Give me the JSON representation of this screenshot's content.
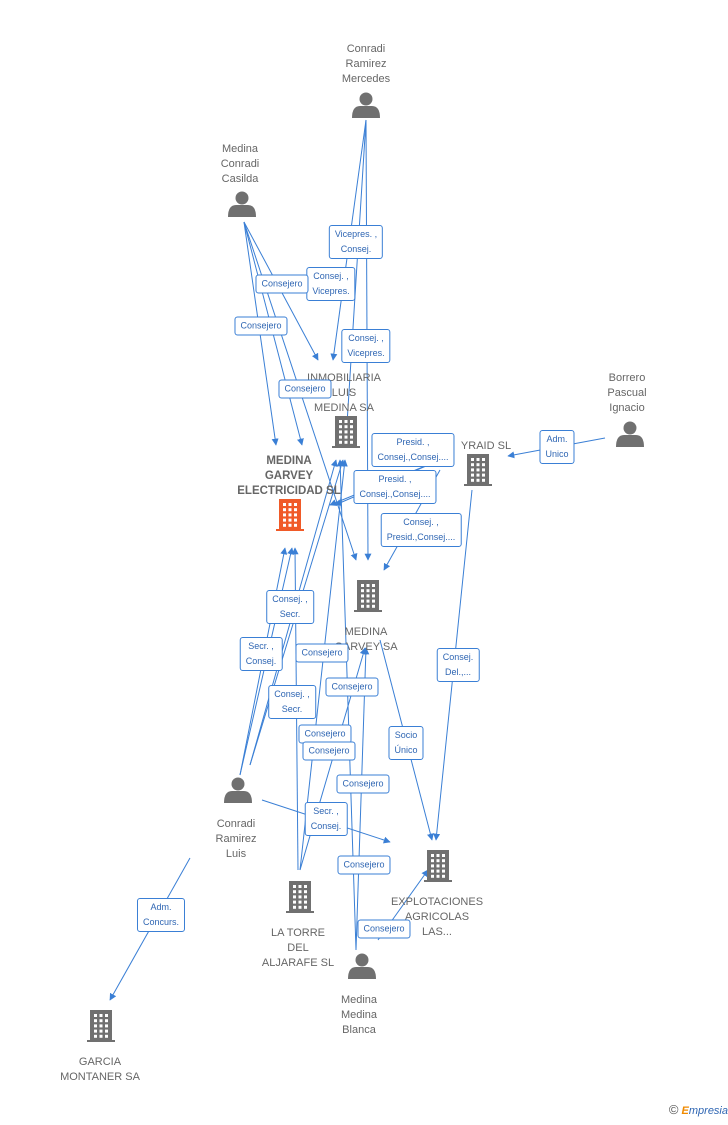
{
  "nodes": [
    {
      "id": "conradi-ramirez-mercedes",
      "type": "person",
      "label": "Conradi\nRamirez\nMercedes"
    },
    {
      "id": "medina-conradi-casilda",
      "type": "person",
      "label": "Medina\nConradi\nCasilda"
    },
    {
      "id": "inmobiliaria-luis-medina",
      "type": "company",
      "label": "INMOBILIARIA\nLUIS\nMEDINA SA"
    },
    {
      "id": "medina-garvey-electricidad",
      "type": "company-main",
      "label": "MEDINA\nGARVEY\nELECTRICIDAD SL"
    },
    {
      "id": "borrero-pascual-ignacio",
      "type": "person",
      "label": "Borrero\nPascual\nIgnacio"
    },
    {
      "id": "yraid-sl",
      "type": "company",
      "label": "YRAID SL"
    },
    {
      "id": "medina-garvey-sa",
      "type": "company",
      "label": "MEDINA\nGARVEY SA"
    },
    {
      "id": "conradi-ramirez-luis",
      "type": "person",
      "label": "Conradi\nRamirez\nLuis"
    },
    {
      "id": "explotaciones-agricolas",
      "type": "company",
      "label": "EXPLOTACIONES\nAGRICOLAS\nLAS..."
    },
    {
      "id": "la-torre-del-aljarafe",
      "type": "company",
      "label": "LA TORRE\nDEL\nALJARAFE SL"
    },
    {
      "id": "medina-medina-blanca",
      "type": "person",
      "label": "Medina\nMedina\nBlanca"
    },
    {
      "id": "garcia-montaner",
      "type": "company",
      "label": "GARCIA\nMONTANER SA"
    }
  ],
  "edge_labels": [
    "Vicepres. ,\nConsej.",
    "Consej. ,\nVicepres.",
    "Consejero",
    "Consejero",
    "Consej. ,\nVicepres.",
    "Consejero",
    "Adm.\nUnico",
    "Presid. ,\nConsej.,Consej....",
    "Presid. ,\nConsej.,Consej....",
    "Consej. ,\nPresid.,Consej....",
    "Consej. ,\nSecr.",
    "Secr. ,\nConsej.",
    "Consejero",
    "Consej.\nDel.,...",
    "Consejero",
    "Consej. ,\nSecr.",
    "Consejero",
    "Consejero",
    "Socio\nÚnico",
    "Consejero",
    "Secr. ,\nConsej.",
    "Consejero",
    "Consejero",
    "Adm.\nConcurs."
  ],
  "footer": {
    "copyright": "©",
    "brand_first": "E",
    "brand_rest": "mpresia"
  },
  "colors": {
    "edge": "#3a7fd5",
    "node": "#707070",
    "main": "#f05a28"
  }
}
